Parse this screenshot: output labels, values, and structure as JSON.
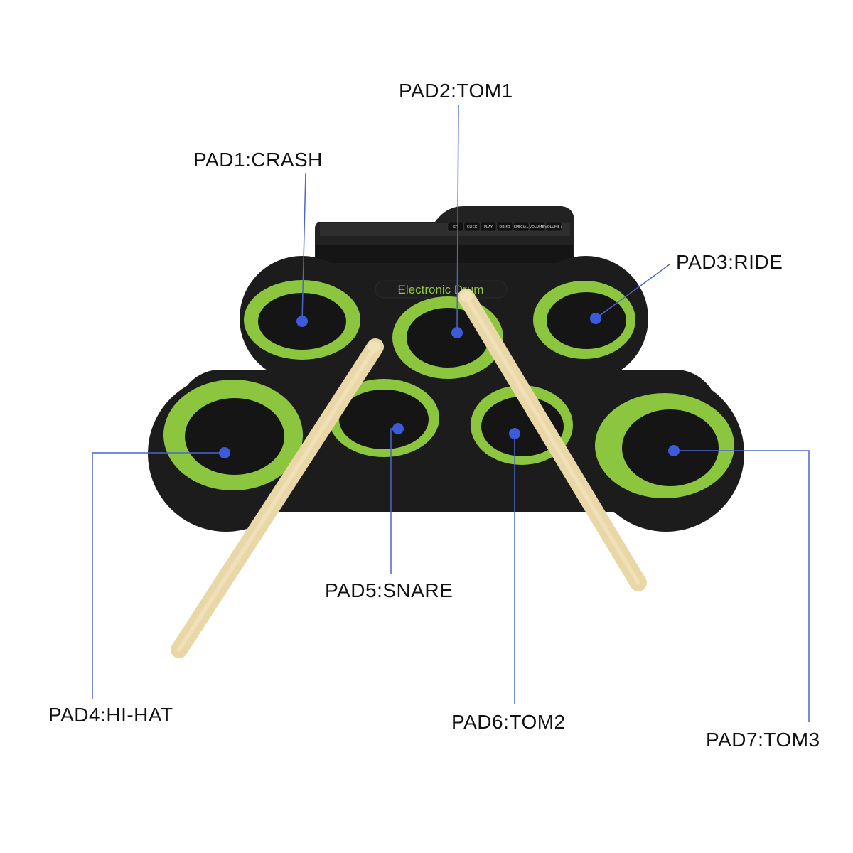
{
  "colors": {
    "background": "#ffffff",
    "body": "#1c1c1c",
    "pad_ring": "#8cc63f",
    "pad_center": "#151515",
    "brand_plate": "#8cc63f",
    "stick": "#ead7a8",
    "leader": "#4a67c9",
    "marker": "#3b5bdb",
    "label_text": "#111111"
  },
  "brand": {
    "text": "Electronic Drum"
  },
  "control_buttons": [
    "KIT",
    "CLICK",
    "PLAY",
    "DEMO",
    "SPECIAL",
    "VOLUME-",
    "VOLUME+"
  ],
  "pads": [
    {
      "id": "pad1",
      "label": "PAD1:CRASH"
    },
    {
      "id": "pad2",
      "label": "PAD2:TOM1"
    },
    {
      "id": "pad3",
      "label": "PAD3:RIDE"
    },
    {
      "id": "pad4",
      "label": "PAD4:HI-HAT"
    },
    {
      "id": "pad5",
      "label": "PAD5:SNARE"
    },
    {
      "id": "pad6",
      "label": "PAD6:TOM2"
    },
    {
      "id": "pad7",
      "label": "PAD7:TOM3"
    }
  ]
}
